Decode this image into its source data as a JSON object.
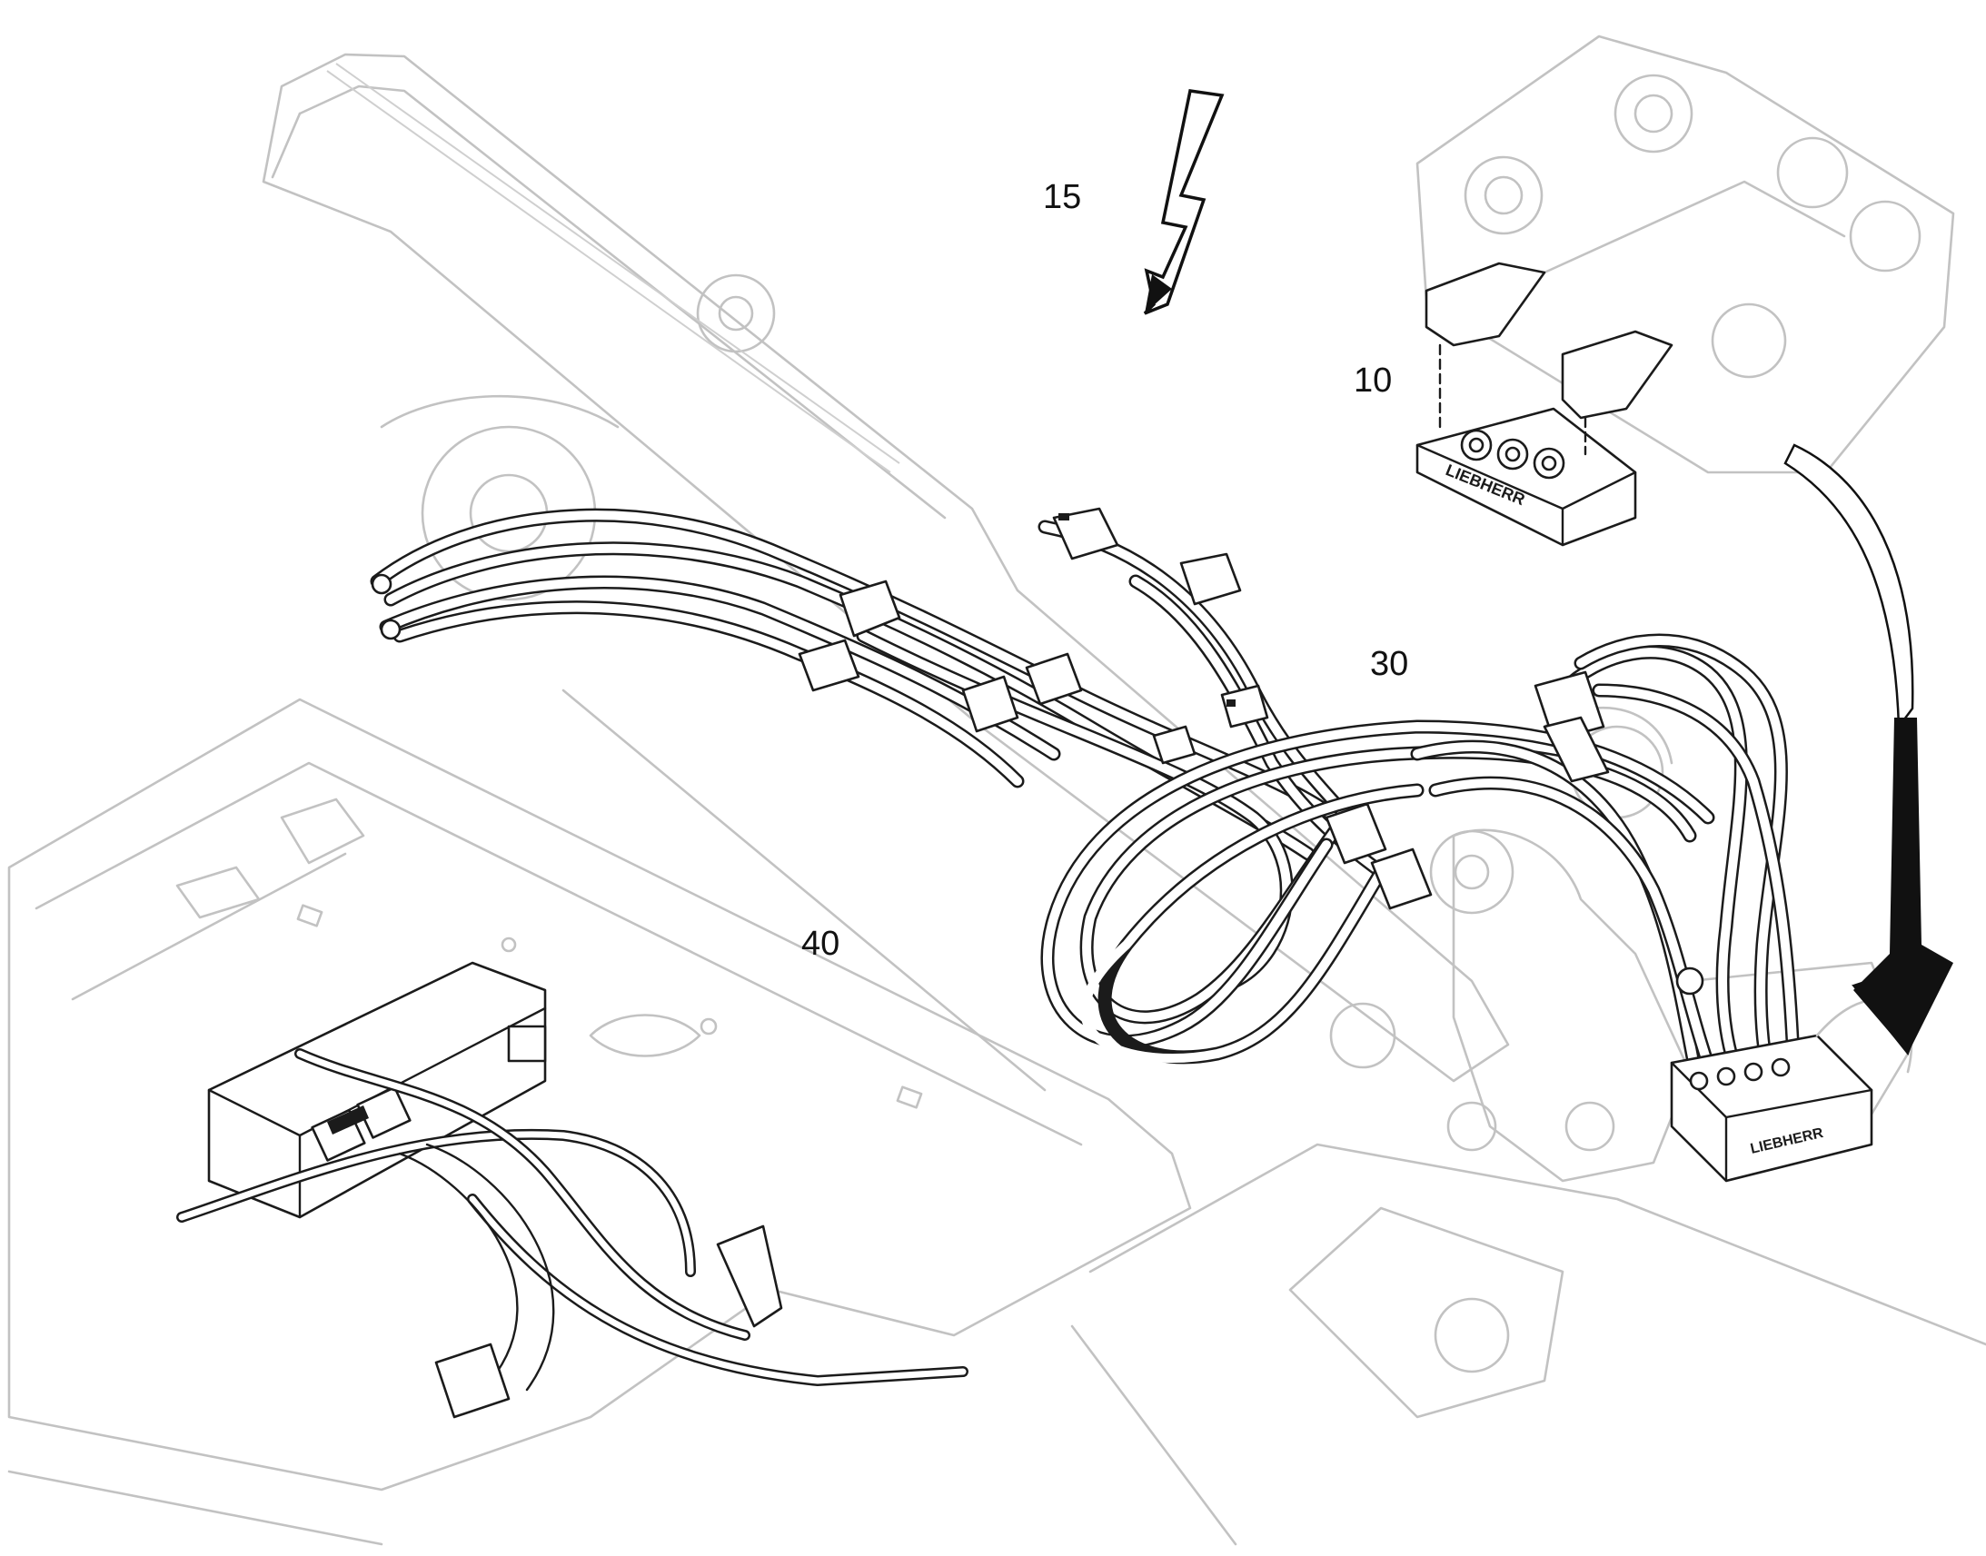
{
  "callouts": {
    "c15": "15",
    "c10": "10",
    "c30": "30",
    "c40": "40"
  },
  "embossed_logo": "LIEBHERR",
  "colors": {
    "linework": "#1b1b1b",
    "ghosted": "#c2c2c2",
    "background": "#ffffff"
  },
  "icons": {
    "lightning": "lightning-bolt-icon",
    "arrow": "curved-arrow-icon"
  }
}
